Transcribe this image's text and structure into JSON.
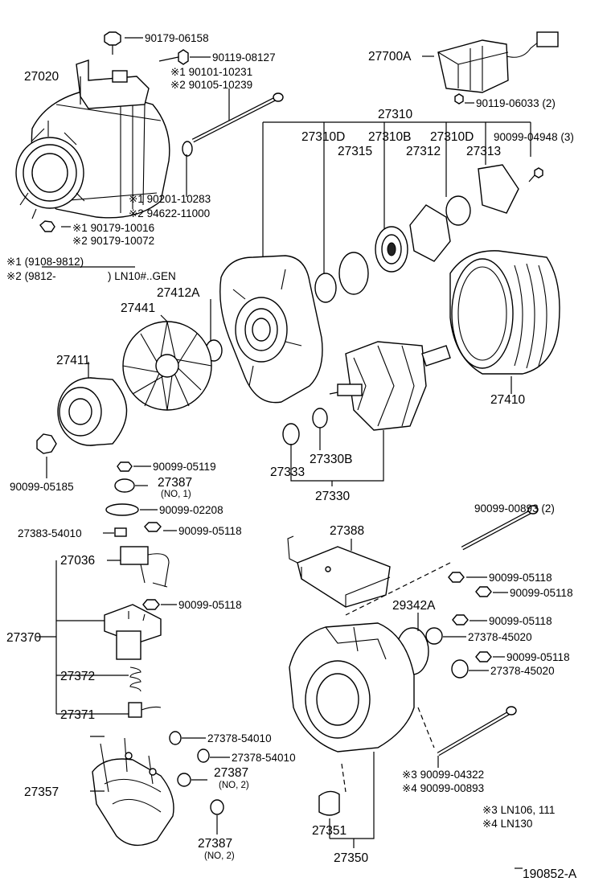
{
  "diagram_code": "190852-A",
  "labels": {
    "p1": "90179-06158",
    "p2": "90119-08127",
    "p3": "※1 90101-10231",
    "p4": "※2 90105-10239",
    "p5": "27020",
    "p6": "27700A",
    "p7": "90119-06033 (2)",
    "p8": "27310",
    "p9": "27310D",
    "p10": "27310B",
    "p11": "27310D",
    "p12": "90099-04948 (3)",
    "p13": "27315",
    "p14": "27312",
    "p15": "27313",
    "p16": "※1 90201-10283",
    "p17": "※2 94622-11000",
    "p18": "※1 90179-10016",
    "p19": "※2 90179-10072",
    "p20": "※1 (9108-9812)",
    "p21": "※2 (9812-",
    "p22": ") LN10#..GEN",
    "p23": "27412A",
    "p24": "27441",
    "p25": "27411",
    "p26": "27410",
    "p27": "27333",
    "p28": "27330B",
    "p29": "27330",
    "p30": "90099-05185",
    "p31": "90099-05119",
    "p32": "27387",
    "p33": "(NO, 1)",
    "p34": "90099-02208",
    "p35": "27383-54010",
    "p36": "90099-05118",
    "p37": "90099-00893 (2)",
    "p38": "27388",
    "p39": "27036",
    "p40": "90099-05118",
    "p41": "90099-05118",
    "p42": "90099-05118",
    "p43": "29342A",
    "p44": "90099-05118",
    "p45": "27378-45020",
    "p46": "27370",
    "p47": "90099-05118",
    "p48": "27378-45020",
    "p49": "27372",
    "p50": "27371",
    "p51": "27378-54010",
    "p52": "27378-54010",
    "p53": "27387",
    "p54": "(NO, 2)",
    "p55": "27357",
    "p56": "※3 90099-04322",
    "p57": "※4 90099-00893",
    "p58": "27351",
    "p59": "※3 LN106, 111",
    "p60": "※4 LN130",
    "p61": "27387",
    "p62": "(NO, 2)",
    "p63": "27350"
  }
}
